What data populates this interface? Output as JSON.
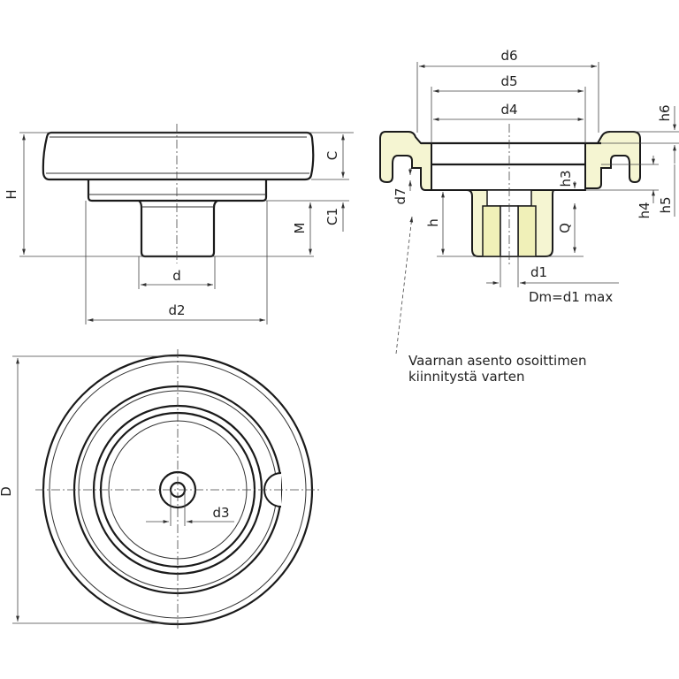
{
  "colors": {
    "section_fill": "#f5f5d2",
    "line": "#1a1a1a"
  },
  "labels": {
    "H": "H",
    "C": "C",
    "C1": "C1",
    "M": "M",
    "d": "d",
    "d2": "d2",
    "d6": "d6",
    "d5": "d5",
    "d4": "d4",
    "h6": "h6",
    "h3": "h3",
    "d7": "d7",
    "h": "h",
    "Q": "Q",
    "h4": "h4",
    "h5": "h5",
    "d1": "d1",
    "dm_note": "Dm=d1 max",
    "pin_note_line1": "Vaarnan asento osoittimen",
    "pin_note_line2": "kiinnitystä varten",
    "D": "D",
    "d3": "d3"
  }
}
